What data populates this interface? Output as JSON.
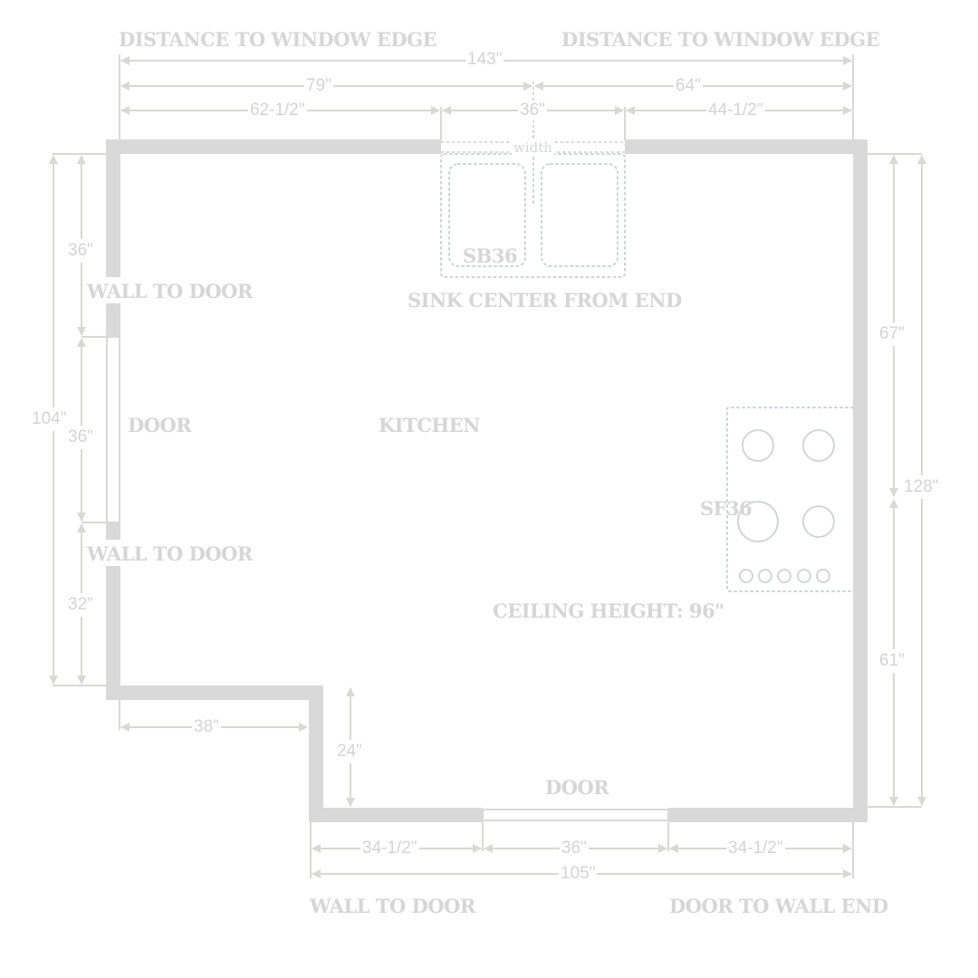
{
  "colors": {
    "wall": "#d9d9da",
    "dimension_line": "#d8d8d6",
    "text": "#d6d6d6",
    "fixture_dotted": "#cfd3d8",
    "background": "#ffffff"
  },
  "room": {
    "name": "KITCHEN",
    "ceiling_height": "CEILING HEIGHT: 96\""
  },
  "top": {
    "label_left": "DISTANCE TO WINDOW EDGE",
    "label_right": "DISTANCE TO WINDOW EDGE",
    "dims": {
      "overall": "143\"",
      "to_sink_center": "79\"",
      "sink_center_to_end": "64\"",
      "wall_to_window": "62-1/2\"",
      "window_width": "36\"",
      "window_to_wall": "44-1/2\""
    },
    "window_label": "width"
  },
  "sink": {
    "model": "SB36",
    "label": "SINK CENTER FROM END"
  },
  "left": {
    "labels": {
      "wall_to_door_top": "WALL TO DOOR",
      "door": "DOOR",
      "wall_to_door_bottom": "WALL TO DOOR"
    },
    "dims": {
      "overall": "104\"",
      "top_wall": "36\"",
      "door": "36\"",
      "bottom_wall": "32\""
    }
  },
  "notch": {
    "horizontal": "38\"",
    "vertical": "24\""
  },
  "bottom": {
    "door_label": "DOOR",
    "label_left": "WALL TO DOOR",
    "label_right": "DOOR TO WALL END",
    "dims": {
      "wall_to_door": "34-1/2\"",
      "door": "36\"",
      "door_to_wall": "34-1/2\"",
      "overall": "105\""
    }
  },
  "range": {
    "model": "SF36",
    "burners": 4,
    "knobs": 5
  },
  "right": {
    "dims": {
      "top_to_range_center": "67\"",
      "range_center_to_bottom": "61\"",
      "overall": "128\""
    }
  }
}
